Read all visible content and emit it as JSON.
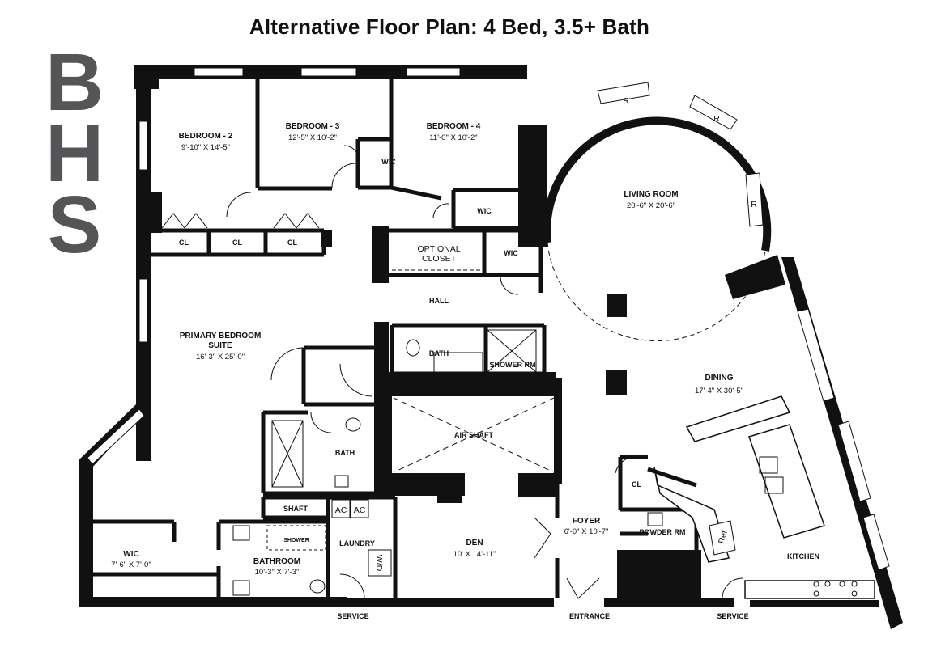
{
  "title": "Alternative Floor Plan: 4 Bed, 3.5+ Bath",
  "logo": {
    "letters": [
      "B",
      "H",
      "S"
    ]
  },
  "rooms": {
    "bedroom2": {
      "name": "BEDROOM - 2",
      "dims": "9'-10\" X 14'-5\""
    },
    "bedroom3": {
      "name": "BEDROOM - 3",
      "dims": "12'-5\" X 10'-2\""
    },
    "bedroom4": {
      "name": "BEDROOM - 4",
      "dims": "11'-0\" X 10'-2\""
    },
    "living": {
      "name": "LIVING ROOM",
      "dims": "20'-6\" X 20'-6\""
    },
    "primary": {
      "name1": "PRIMARY BEDROOM",
      "name2": "SUITE",
      "dims": "16'-3\" X 25'-0\""
    },
    "dining": {
      "name": "DINING",
      "dims": "17'-4\" X 30'-5\""
    },
    "den": {
      "name": "DEN",
      "dims": "10' X 14'-11\""
    },
    "foyer": {
      "name": "FOYER",
      "dims": "6'-0\" X 10'-7\""
    },
    "wic_primary": {
      "name": "WIC",
      "dims": "7'-6\" X 7'-0\""
    },
    "bathroom": {
      "name": "BATHROOM",
      "dims": "10'-3\" X 7'-3\""
    }
  },
  "labels": {
    "wic": "WIC",
    "cl": "CL",
    "optional_closet_1": "OPTIONAL",
    "optional_closet_2": "CLOSET",
    "hall": "HALL",
    "bath": "BATH",
    "shower_rm": "SHOWER RM",
    "air_shaft": "AIR SHAFT",
    "shaft": "SHAFT",
    "ac": "AC",
    "shower": "SHOWER",
    "laundry": "LAUNDRY",
    "wd": "W/D",
    "powder_rm": "POWDER RM",
    "ref": "Ref",
    "kitchen": "KITCHEN",
    "service": "SERVICE",
    "entrance": "ENTRANCE",
    "r": "R"
  }
}
